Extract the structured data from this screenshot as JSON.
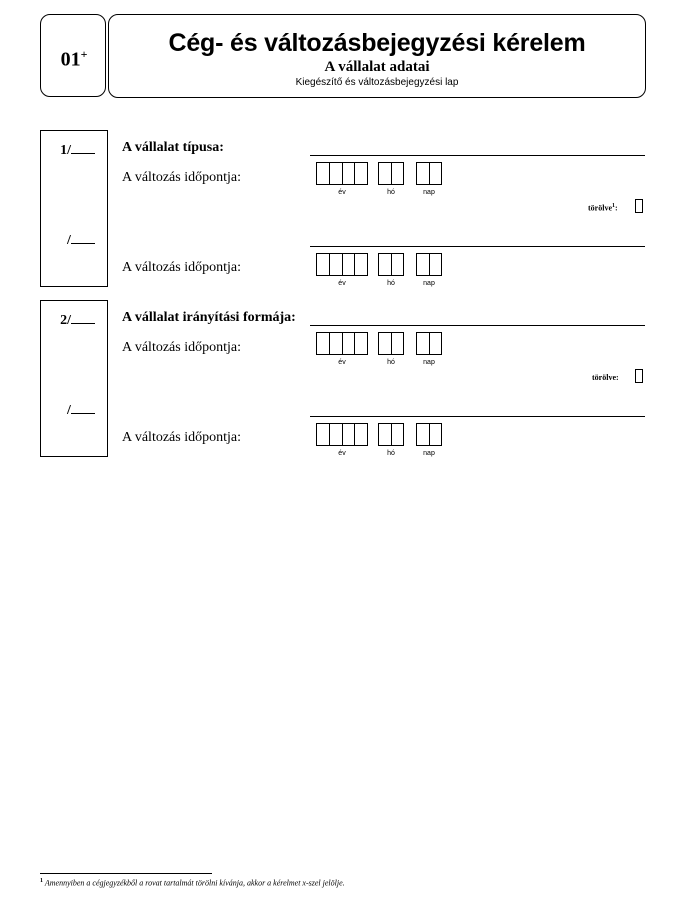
{
  "header": {
    "form_code": "01",
    "form_code_sup": "+",
    "title": "Cég- és változásbejegyzési kérelem",
    "subtitle": "A vállalat adatai",
    "sheet_type": "Kiegészítő és változásbejegyzési lap"
  },
  "date_captions": {
    "year": "év",
    "month": "hó",
    "day": "nap"
  },
  "sections": [
    {
      "number": "1/",
      "sub_number": "/",
      "field_label": "A vállalat típusa:",
      "change_date_label": "A változás időpontja:",
      "deleted_label": "törölve",
      "deleted_sup": "1",
      "deleted_suffix": ":"
    },
    {
      "number": "2/",
      "sub_number": "/",
      "field_label": "A vállalat irányítási formája:",
      "change_date_label": "A változás időpontja:",
      "deleted_label": "törölve",
      "deleted_sup": "",
      "deleted_suffix": ":"
    }
  ],
  "footnote": {
    "marker": "1",
    "text": "Amennyiben a cégjegyzékből a rovat tartalmát törölni kívánja, akkor a kérelmet x-szel jelölje."
  }
}
